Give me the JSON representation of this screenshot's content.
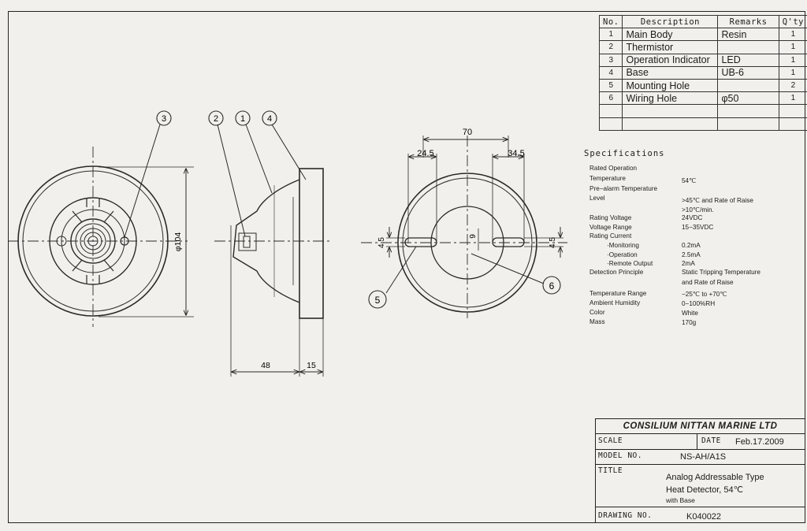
{
  "parts_table": {
    "headers": {
      "no": "No.",
      "description": "Description",
      "remarks": "Remarks",
      "qty": "Q'ty"
    },
    "rows": [
      {
        "no": "1",
        "description": "Main Body",
        "remarks": "Resin",
        "qty": "1"
      },
      {
        "no": "2",
        "description": "Thermistor",
        "remarks": "",
        "qty": "1"
      },
      {
        "no": "3",
        "description": "Operation Indicator",
        "remarks": "LED",
        "qty": "1"
      },
      {
        "no": "4",
        "description": "Base",
        "remarks": "UB-6",
        "qty": "1"
      },
      {
        "no": "5",
        "description": "Mounting Hole",
        "remarks": "",
        "qty": "2"
      },
      {
        "no": "6",
        "description": "Wiring Hole",
        "remarks": "φ50",
        "qty": "1"
      },
      {
        "no": "",
        "description": "",
        "remarks": "",
        "qty": ""
      },
      {
        "no": "",
        "description": "",
        "remarks": "",
        "qty": ""
      }
    ]
  },
  "specifications": {
    "title": "Specifications",
    "rated_operation": "Rated Operation",
    "temperature_label": "Temperature",
    "temperature_value": "54℃",
    "prealarm_label": "Pre−alarm Temperature",
    "level_label": "Level",
    "level_value_1": ">45℃ and Rate of Raise",
    "level_value_2": ">10℃/min.",
    "rating_voltage_label": "Rating Voltage",
    "rating_voltage_value": "24VDC",
    "voltage_range_label": "Voltage Range",
    "voltage_range_value": "15−35VDC",
    "rating_current_label": "Rating Current",
    "monitoring_label": "·Monitoring",
    "monitoring_value": "0.2mA",
    "operation_label": "·Operation",
    "operation_value": "2.5mA",
    "remote_label": "·Remote Output",
    "remote_value": "2mA",
    "detection_label": "Detection Principle",
    "detection_value_1": "Static Tripping Temperature",
    "detection_value_2": "and Rate of Raise",
    "temp_range_label": "Temperature Range",
    "temp_range_value": "−25℃ to +70℃",
    "humidity_label": "Ambient Humidity",
    "humidity_value": "0−100%RH",
    "color_label": "Color",
    "color_value": "White",
    "mass_label": "Mass",
    "mass_value": "170g"
  },
  "title_block": {
    "company": "CONSILIUM NITTAN MARINE LTD",
    "scale_label": "SCALE",
    "date_label": "DATE",
    "date_value": "Feb.17.2009",
    "model_label": "MODEL NO.",
    "model_value": "NS-AH/A1S",
    "title_label": "TITLE",
    "title_line1": "Analog Addressable Type",
    "title_line2": "Heat Detector, 54℃",
    "title_line3": "with Base",
    "drawing_label": "DRAWING NO.",
    "drawing_value": "K040022"
  },
  "drawing": {
    "balloons": {
      "b1": "1",
      "b2": "2",
      "b3": "3",
      "b4": "4",
      "b5": "5",
      "b6": "6"
    },
    "dims": {
      "diameter": "φ104",
      "height": "48",
      "base_height": "15",
      "hole_spacing": "70",
      "left_offset": "24.5",
      "right_offset": "34.5",
      "slot_left": "4.5",
      "slot_right": "4.5",
      "slot_gap": "9"
    }
  }
}
